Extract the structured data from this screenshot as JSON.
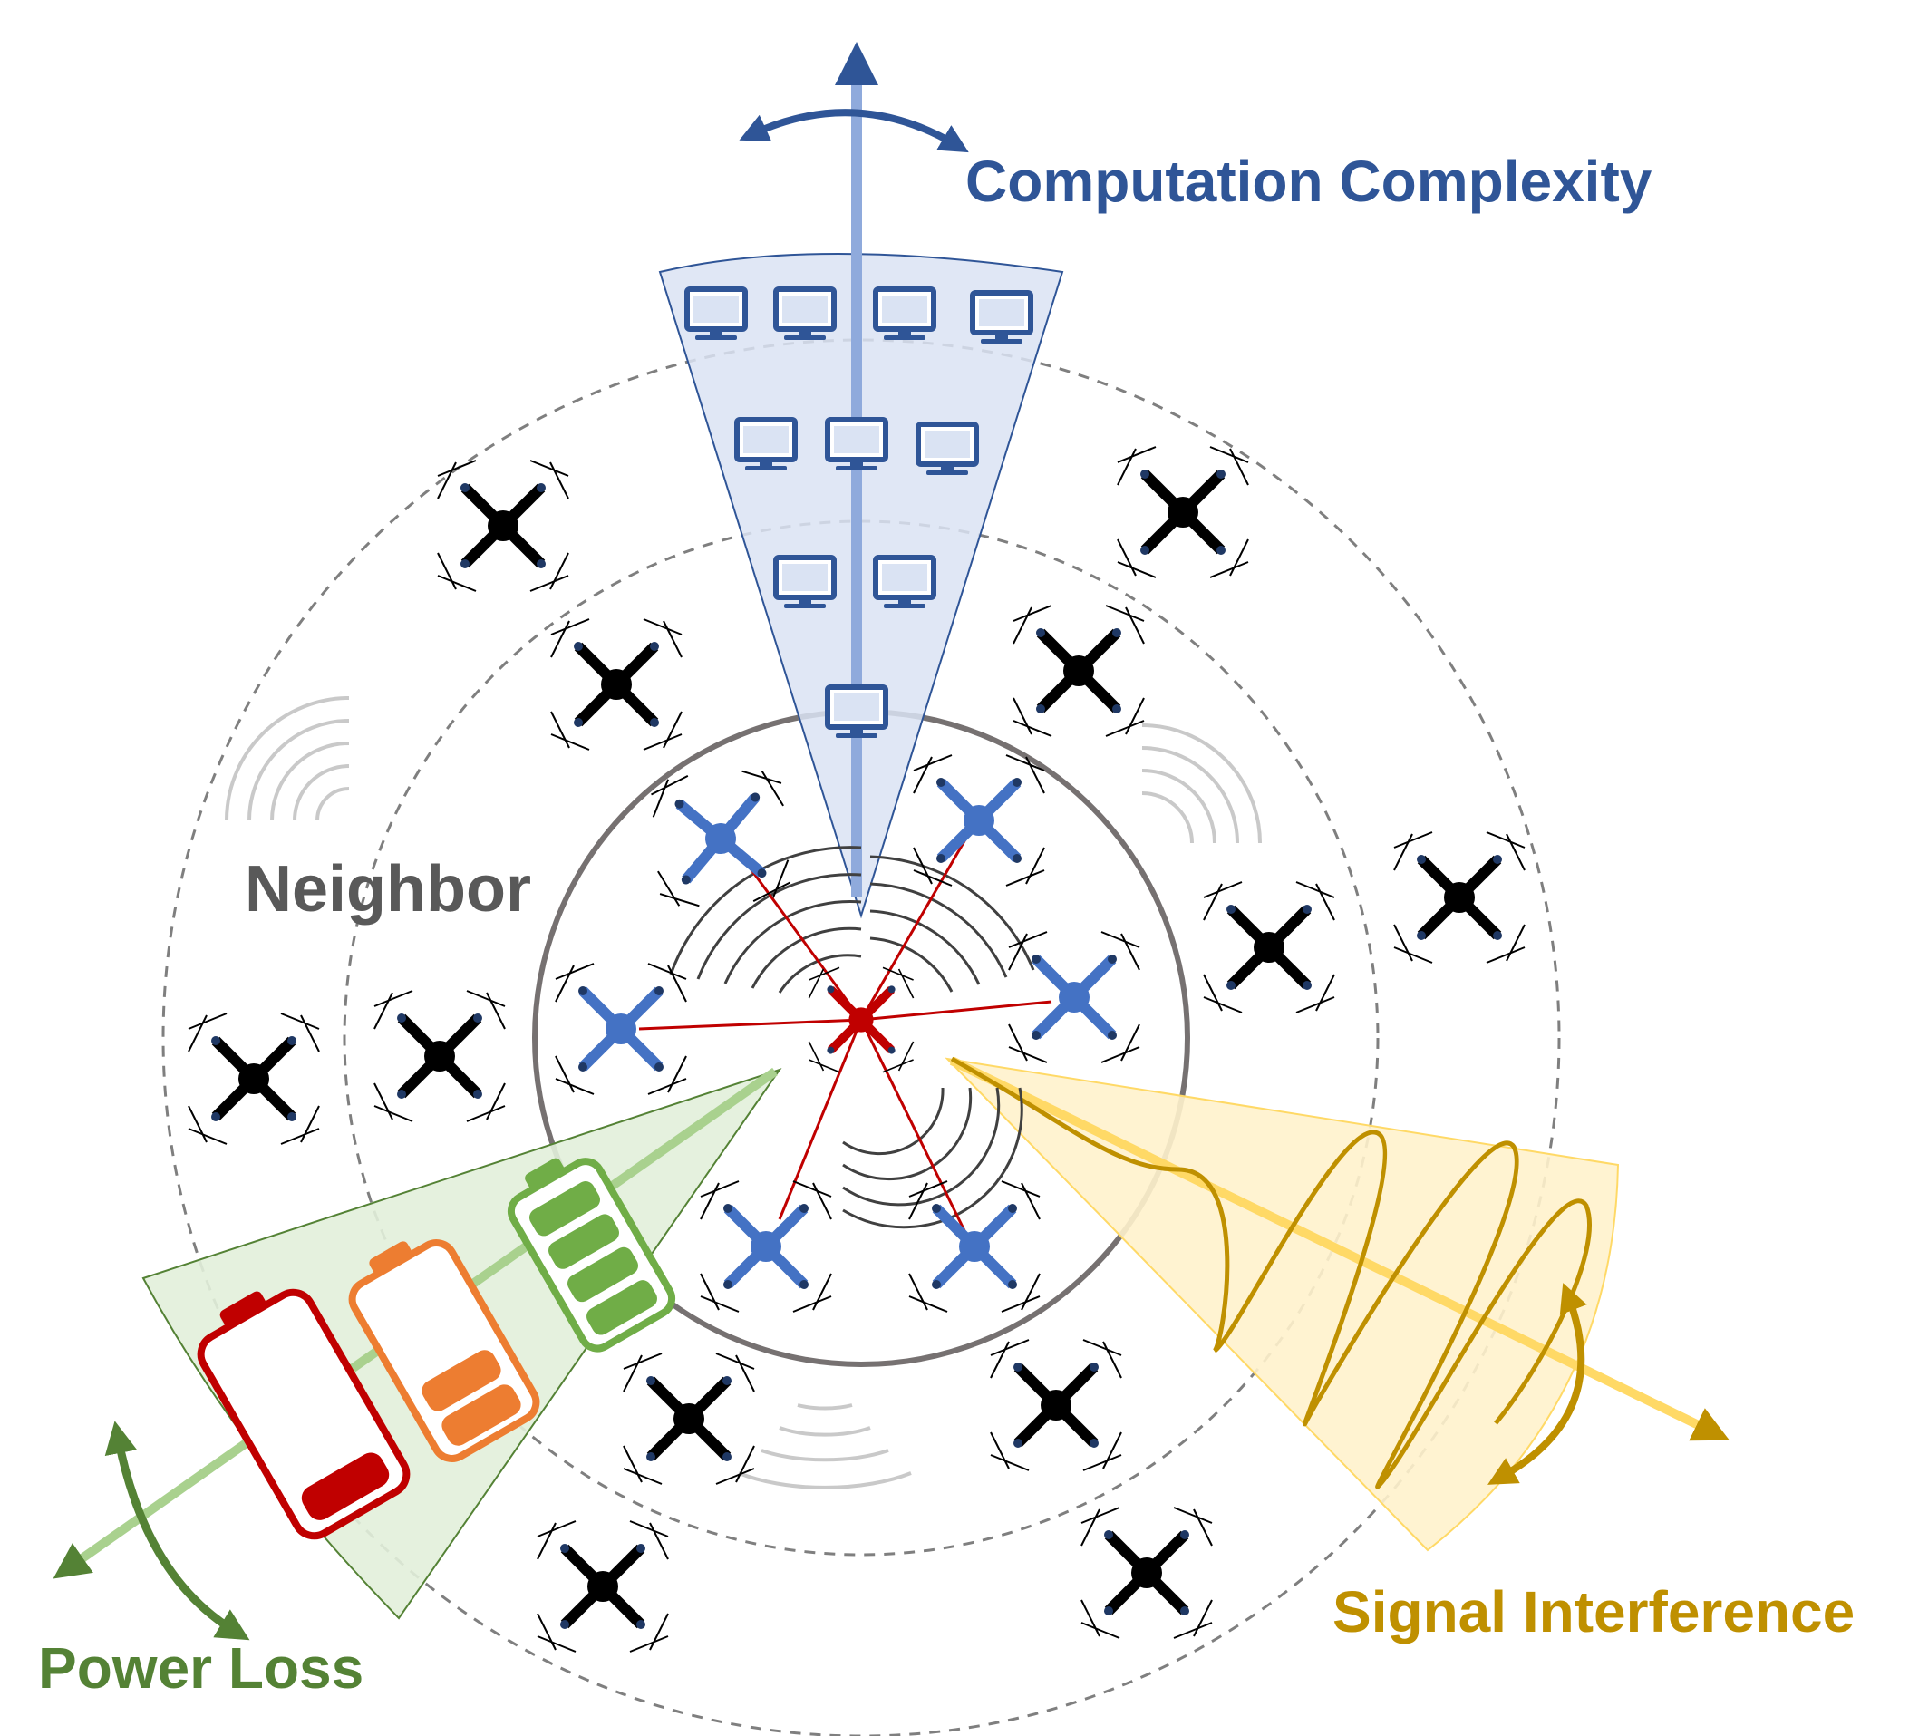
{
  "labels": {
    "computation": "Computation Complexity",
    "neighbor": "Neighbor",
    "power": "Power Loss",
    "signal": "Signal Interference"
  },
  "colors": {
    "computation": "#2f5597",
    "computation_light": "#8faadc",
    "computation_fill": "#dae3f3",
    "neighbor": "#595959",
    "power": "#548235",
    "power_light": "#a9d18e",
    "power_fill": "#e2efda",
    "signal": "#bf9000",
    "signal_light": "#ffd966",
    "signal_fill": "#fff2cc",
    "drone_center": "#c00000",
    "drone_neighbor": "#4472c4",
    "drone_far": "#000000",
    "battery_full": "#70ad47",
    "battery_half": "#ed7d31",
    "battery_low": "#c00000"
  },
  "icons": {
    "drone": "quadcopter-icon",
    "computer": "computer-monitor-icon",
    "battery": "battery-icon",
    "wave": "radio-wave-icon"
  }
}
